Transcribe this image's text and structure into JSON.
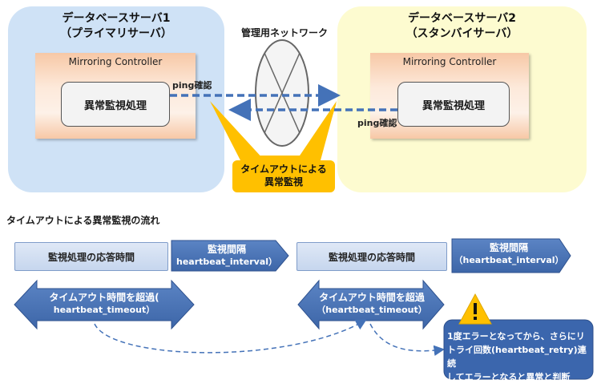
{
  "servers": {
    "primary": {
      "title": "データベースサーバ1",
      "subtitle": "（プライマリサーバ）"
    },
    "standby": {
      "title": "データベースサーバ2",
      "subtitle": "（スタンバイサーバ）"
    }
  },
  "network_label": "管理用ネットワーク",
  "mirroring_controller_label": "Mirroring Controller",
  "process_label": "異常監視処理",
  "ping_label": "ping確認",
  "callout": {
    "line1": "タイムアウトによる",
    "line2": "異常監視"
  },
  "flow_title": "タイムアウトによる異常監視の流れ",
  "timeline": {
    "response_time": "監視処理の応答時間",
    "interval_title": "監視間隔",
    "interval_param_1": "heartbeat_interval）",
    "interval_param_2": "（heartbeat_interval）",
    "interval_title_2": "監視間隔",
    "timeout_title_1": "タイムアウト時間を超過(",
    "timeout_param_1": "heartbeat_timeout）",
    "timeout_title_2": "タイムアウト時間を超過",
    "timeout_param_2": "（heartbeat_timeout）"
  },
  "warning": {
    "icon": "warning-icon",
    "line1": "1度エラーとなってから、さらにリ",
    "line2": "トライ回数(heartbeat_retry)連続",
    "line3": "してエラーとなると異常と判断"
  },
  "colors": {
    "primary_bg": "#cfe2f6",
    "standby_bg": "#fdfbd0",
    "arrow_blue": "#4472b8",
    "callout_yellow": "#ffc000",
    "dark_blue": "#3b5f9e"
  }
}
